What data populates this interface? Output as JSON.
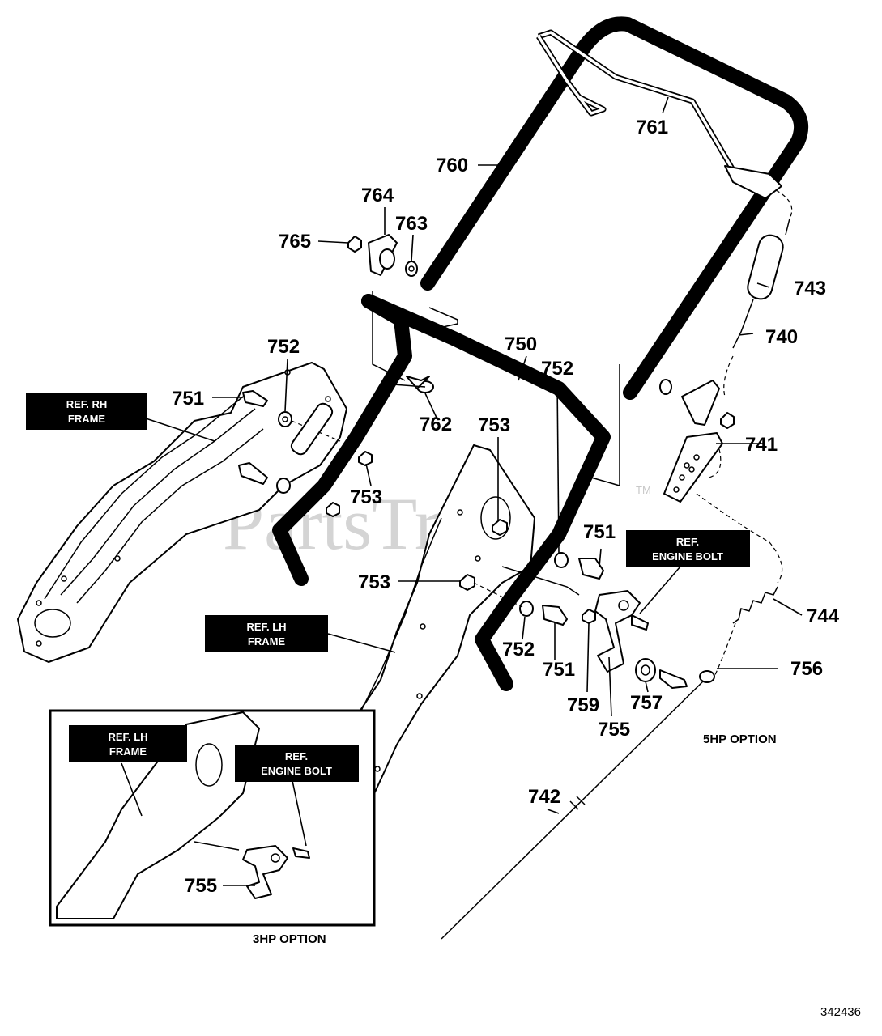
{
  "diagram": {
    "watermark": "PartsTree",
    "trademark": "TM",
    "ref_code": "342436",
    "callouts": {
      "c760": "760",
      "c761": "761",
      "c764": "764",
      "c763": "763",
      "c765": "765",
      "c743": "743",
      "c740": "740",
      "c750": "750",
      "c752a": "752",
      "c752b": "752",
      "c752c": "752",
      "c751a": "751",
      "c751b": "751",
      "c751c": "751",
      "c762": "762",
      "c753a": "753",
      "c753b": "753",
      "c753c": "753",
      "c741": "741",
      "c744": "744",
      "c756": "756",
      "c757": "757",
      "c759": "759",
      "c755a": "755",
      "c755b": "755",
      "c742": "742"
    },
    "labels": {
      "ref_rh_frame_1": "REF. RH",
      "ref_rh_frame_2": "FRAME",
      "ref_lh_frame_1": "REF. LH",
      "ref_lh_frame_2": "FRAME",
      "ref_engine_bolt_1": "REF.",
      "ref_engine_bolt_2": "ENGINE BOLT",
      "inset_lh_frame_1": "REF. LH",
      "inset_lh_frame_2": "FRAME",
      "inset_engine_bolt_1": "REF.",
      "inset_engine_bolt_2": "ENGINE BOLT"
    },
    "options": {
      "five_hp": "5HP OPTION",
      "three_hp": "3HP OPTION"
    }
  }
}
